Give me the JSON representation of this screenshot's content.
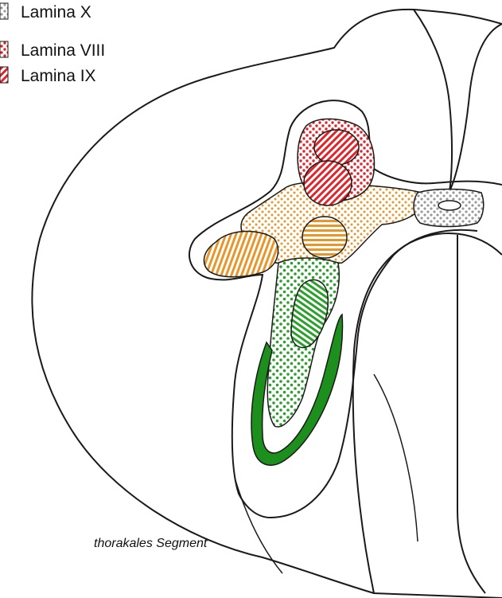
{
  "legend": {
    "items": [
      {
        "label": "Lamina X",
        "pattern": "grey-dots"
      },
      {
        "label": "Lamina VIII",
        "pattern": "red-dots"
      },
      {
        "label": "Lamina IX",
        "pattern": "red-stripes"
      }
    ]
  },
  "caption": "thorakales Segment",
  "colors": {
    "outline": "#1a1a1a",
    "lamina_x": "#9a9a9a",
    "lamina_viii": "#e0242a",
    "lamina_ix": "#e0242a",
    "lamina_vii": "#e8962a",
    "lamina_vi": "#2aa02a",
    "dark_band": "#1c8f1c"
  }
}
